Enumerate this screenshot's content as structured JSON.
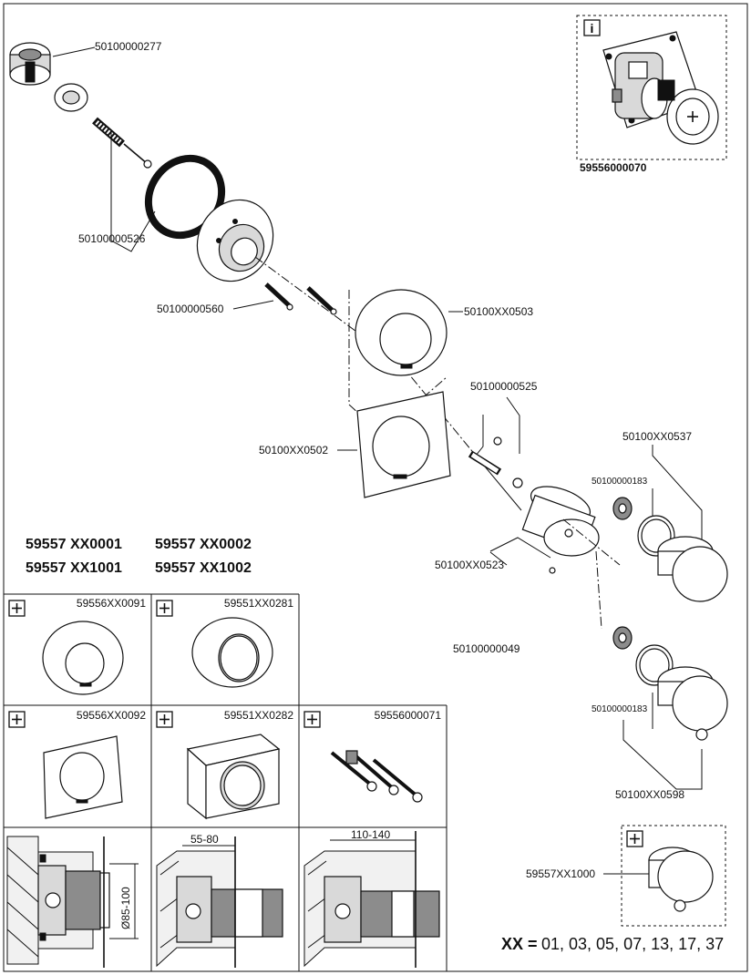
{
  "part_numbers": {
    "cartridge": "50100000277",
    "screw_set": "50100000526",
    "mounting_screws": "50100000560",
    "rosette_round": "50100XX0503",
    "rosette_square": "50100XX0502",
    "grub_screw": "50100000525",
    "handle_sleeve": "50100XX0523",
    "handle_knob_top": "50100XX0537",
    "spline_adapter_top": "50100000183",
    "stop_ring": "50100000049",
    "spline_adapter_bottom": "50100000183",
    "handle_knob_bottom": "50100XX0598",
    "option_knob": "59557XX1000"
  },
  "info_panel": {
    "icon": "info-icon",
    "badge": "i",
    "part_number": "59556000070"
  },
  "models": [
    "59557 XX0001",
    "59557 XX0002",
    "59557 XX1001",
    "59557 XX1002"
  ],
  "accessories": [
    {
      "part_number": "59556XX0091",
      "icon": "plus-icon"
    },
    {
      "part_number": "59551XX0281",
      "icon": "plus-icon"
    },
    {
      "part_number": "59556XX0092",
      "icon": "plus-icon"
    },
    {
      "part_number": "59551XX0282",
      "icon": "plus-icon"
    },
    {
      "part_number": "59556000071",
      "icon": "plus-icon"
    }
  ],
  "install_dimensions": {
    "diameter": "Ø85-100",
    "depth_short": "55-80",
    "depth_long": "110-140"
  },
  "option_icon": "plus-icon",
  "xx_legend": {
    "label": "XX =",
    "values": "01, 03, 05, 07, 13, 17, 37"
  }
}
